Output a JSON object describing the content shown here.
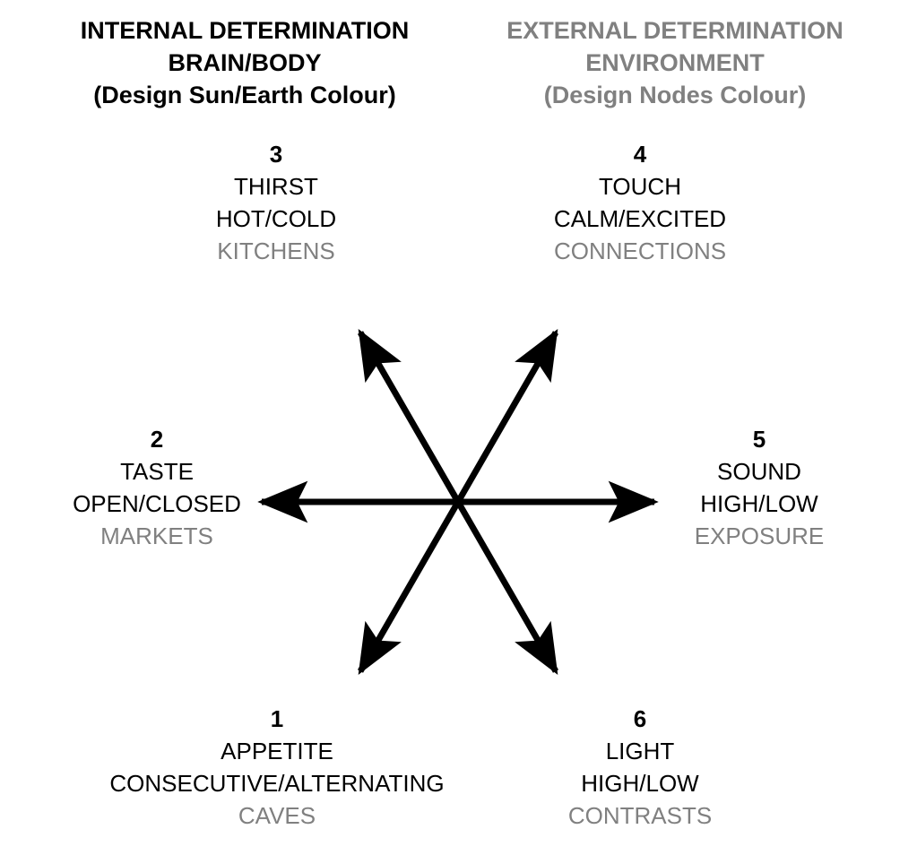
{
  "headers": {
    "internal": {
      "line1": "INTERNAL DETERMINATION",
      "line2": "BRAIN/BODY",
      "line3": "(Design Sun/Earth Colour)",
      "color": "#000000"
    },
    "external": {
      "line1": "EXTERNAL DETERMINATION",
      "line2": "ENVIRONMENT",
      "line3": "(Design Nodes Colour)",
      "color": "#808080"
    }
  },
  "nodes": {
    "n1": {
      "number": "1",
      "sense": "APPETITE",
      "mode": "CONSECUTIVE/ALTERNATING",
      "environment": "CAVES"
    },
    "n2": {
      "number": "2",
      "sense": "TASTE",
      "mode": "OPEN/CLOSED",
      "environment": "MARKETS"
    },
    "n3": {
      "number": "3",
      "sense": "THIRST",
      "mode": "HOT/COLD",
      "environment": "KITCHENS"
    },
    "n4": {
      "number": "4",
      "sense": "TOUCH",
      "mode": "CALM/EXCITED",
      "environment": "CONNECTIONS"
    },
    "n5": {
      "number": "5",
      "sense": "SOUND",
      "mode": "HIGH/LOW",
      "environment": "EXPOSURE"
    },
    "n6": {
      "number": "6",
      "sense": "LIGHT",
      "mode": "HIGH/LOW",
      "environment": "CONTRASTS"
    }
  },
  "colors": {
    "primary": "#000000",
    "secondary": "#808080"
  }
}
